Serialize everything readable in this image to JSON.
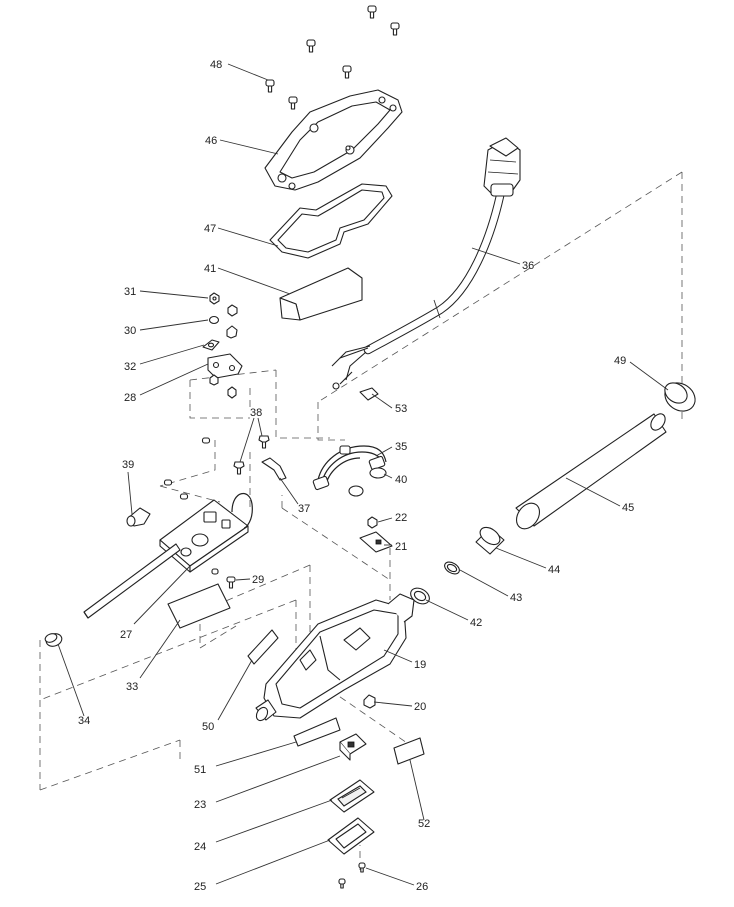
{
  "callouts": {
    "c48": "48",
    "c46": "46",
    "c47": "47",
    "c41": "41",
    "c31": "31",
    "c30": "30",
    "c32": "32",
    "c28": "28",
    "c38": "38",
    "c39": "39",
    "c36": "36",
    "c53": "53",
    "c35": "35",
    "c40": "40",
    "c37": "37",
    "c22": "22",
    "c21": "21",
    "c49": "49",
    "c45": "45",
    "c44": "44",
    "c43": "43",
    "c42": "42",
    "c29": "29",
    "c27": "27",
    "c33": "33",
    "c34": "34",
    "c19": "19",
    "c20": "20",
    "c50": "50",
    "c51": "51",
    "c23": "23",
    "c52": "52",
    "c24": "24",
    "c25": "25",
    "c26": "26"
  }
}
